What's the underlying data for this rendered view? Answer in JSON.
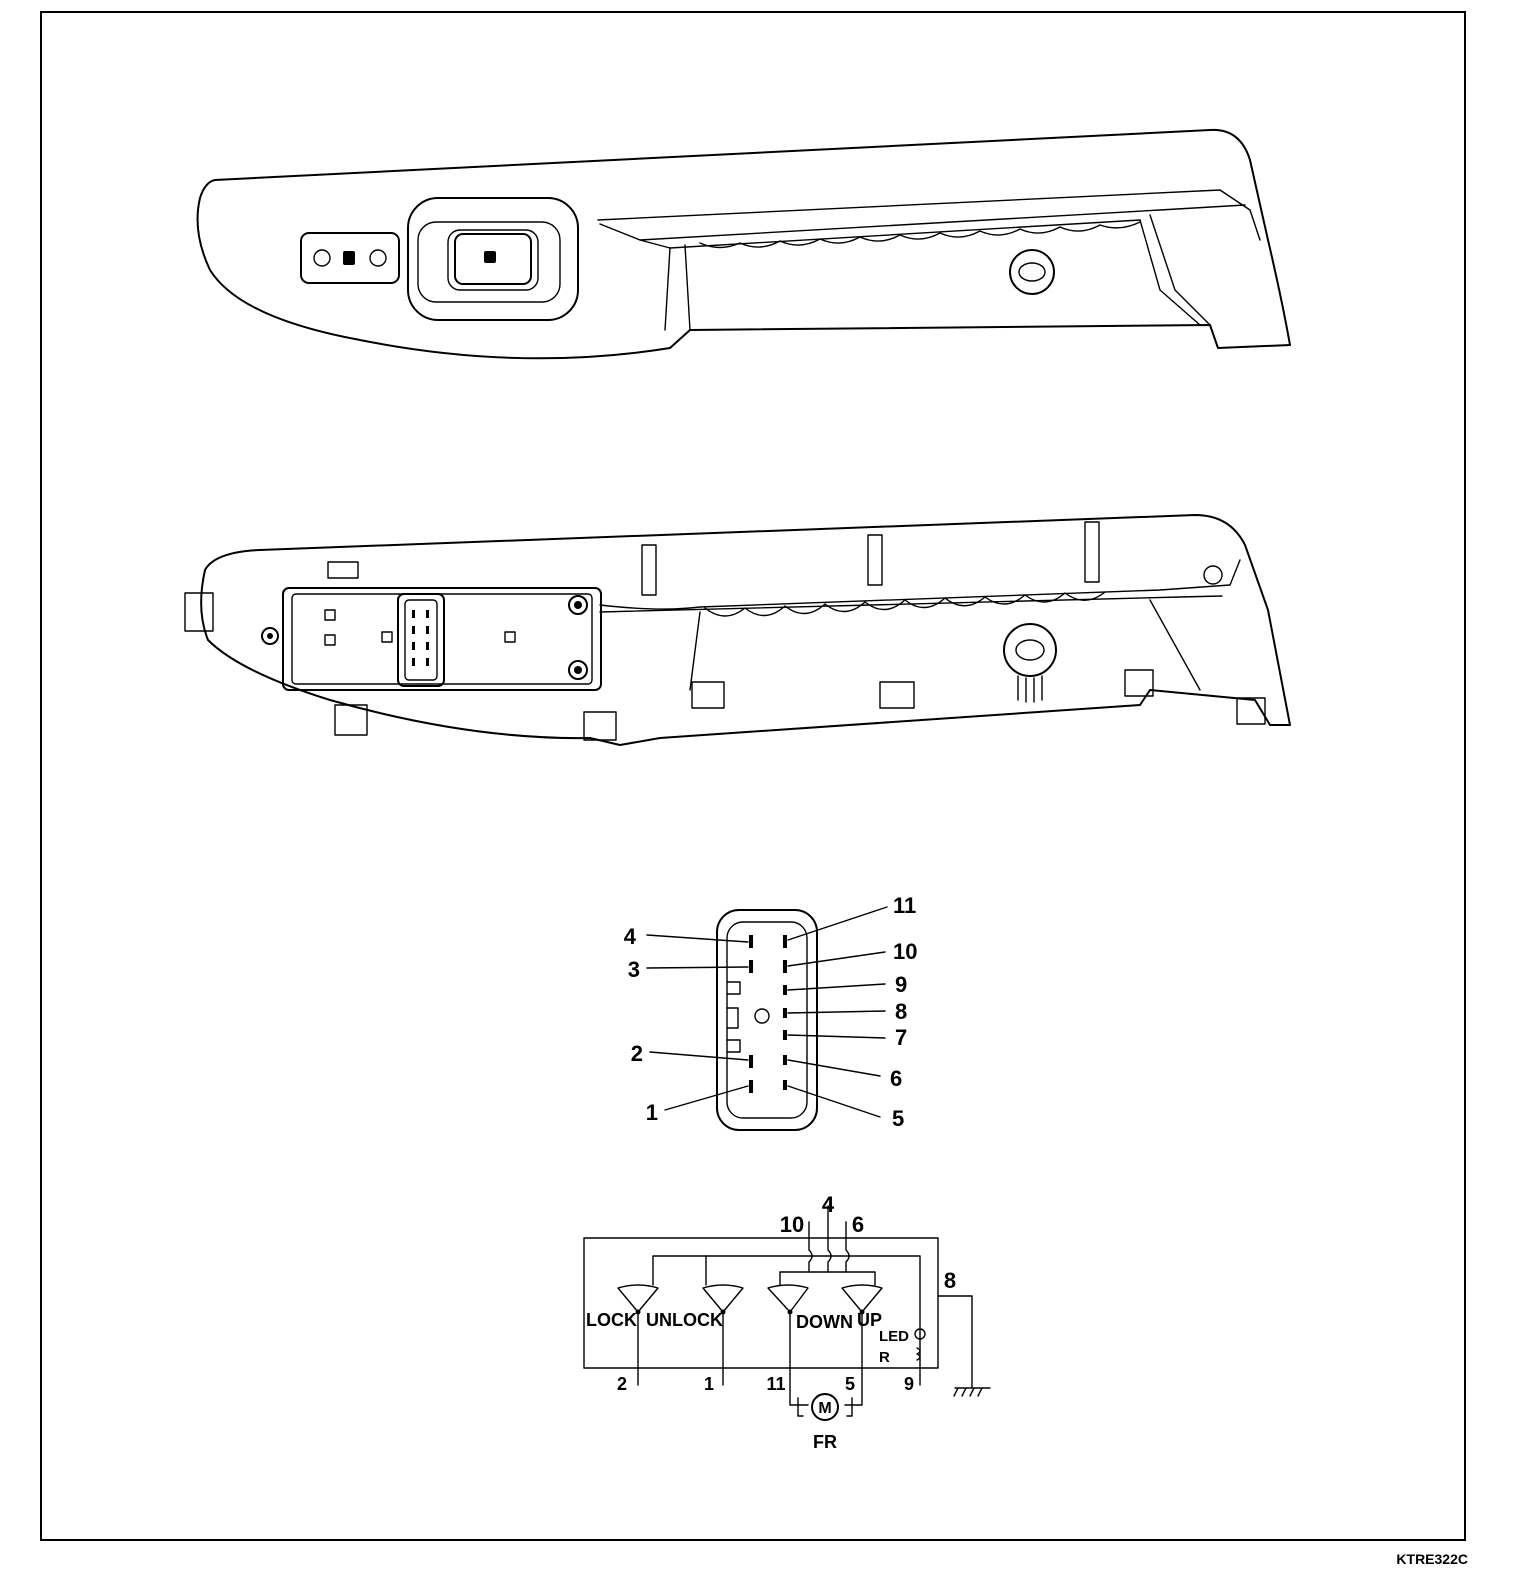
{
  "figure_code": "KTRE322C",
  "connector_pins": {
    "left": [
      "4",
      "3",
      "2",
      "1"
    ],
    "right": [
      "11",
      "10",
      "9",
      "8",
      "7",
      "6",
      "5"
    ]
  },
  "schematic": {
    "top_terminals": [
      "10",
      "4",
      "6"
    ],
    "side_terminal": "8",
    "bottom_terminals": [
      "2",
      "1",
      "11",
      "5",
      "9"
    ],
    "switch_labels": [
      "LOCK",
      "UNLOCK",
      "DOWN",
      "UP"
    ],
    "led_label": "LED",
    "r_label": "R",
    "motor_symbol": "M",
    "motor_label": "FR"
  }
}
